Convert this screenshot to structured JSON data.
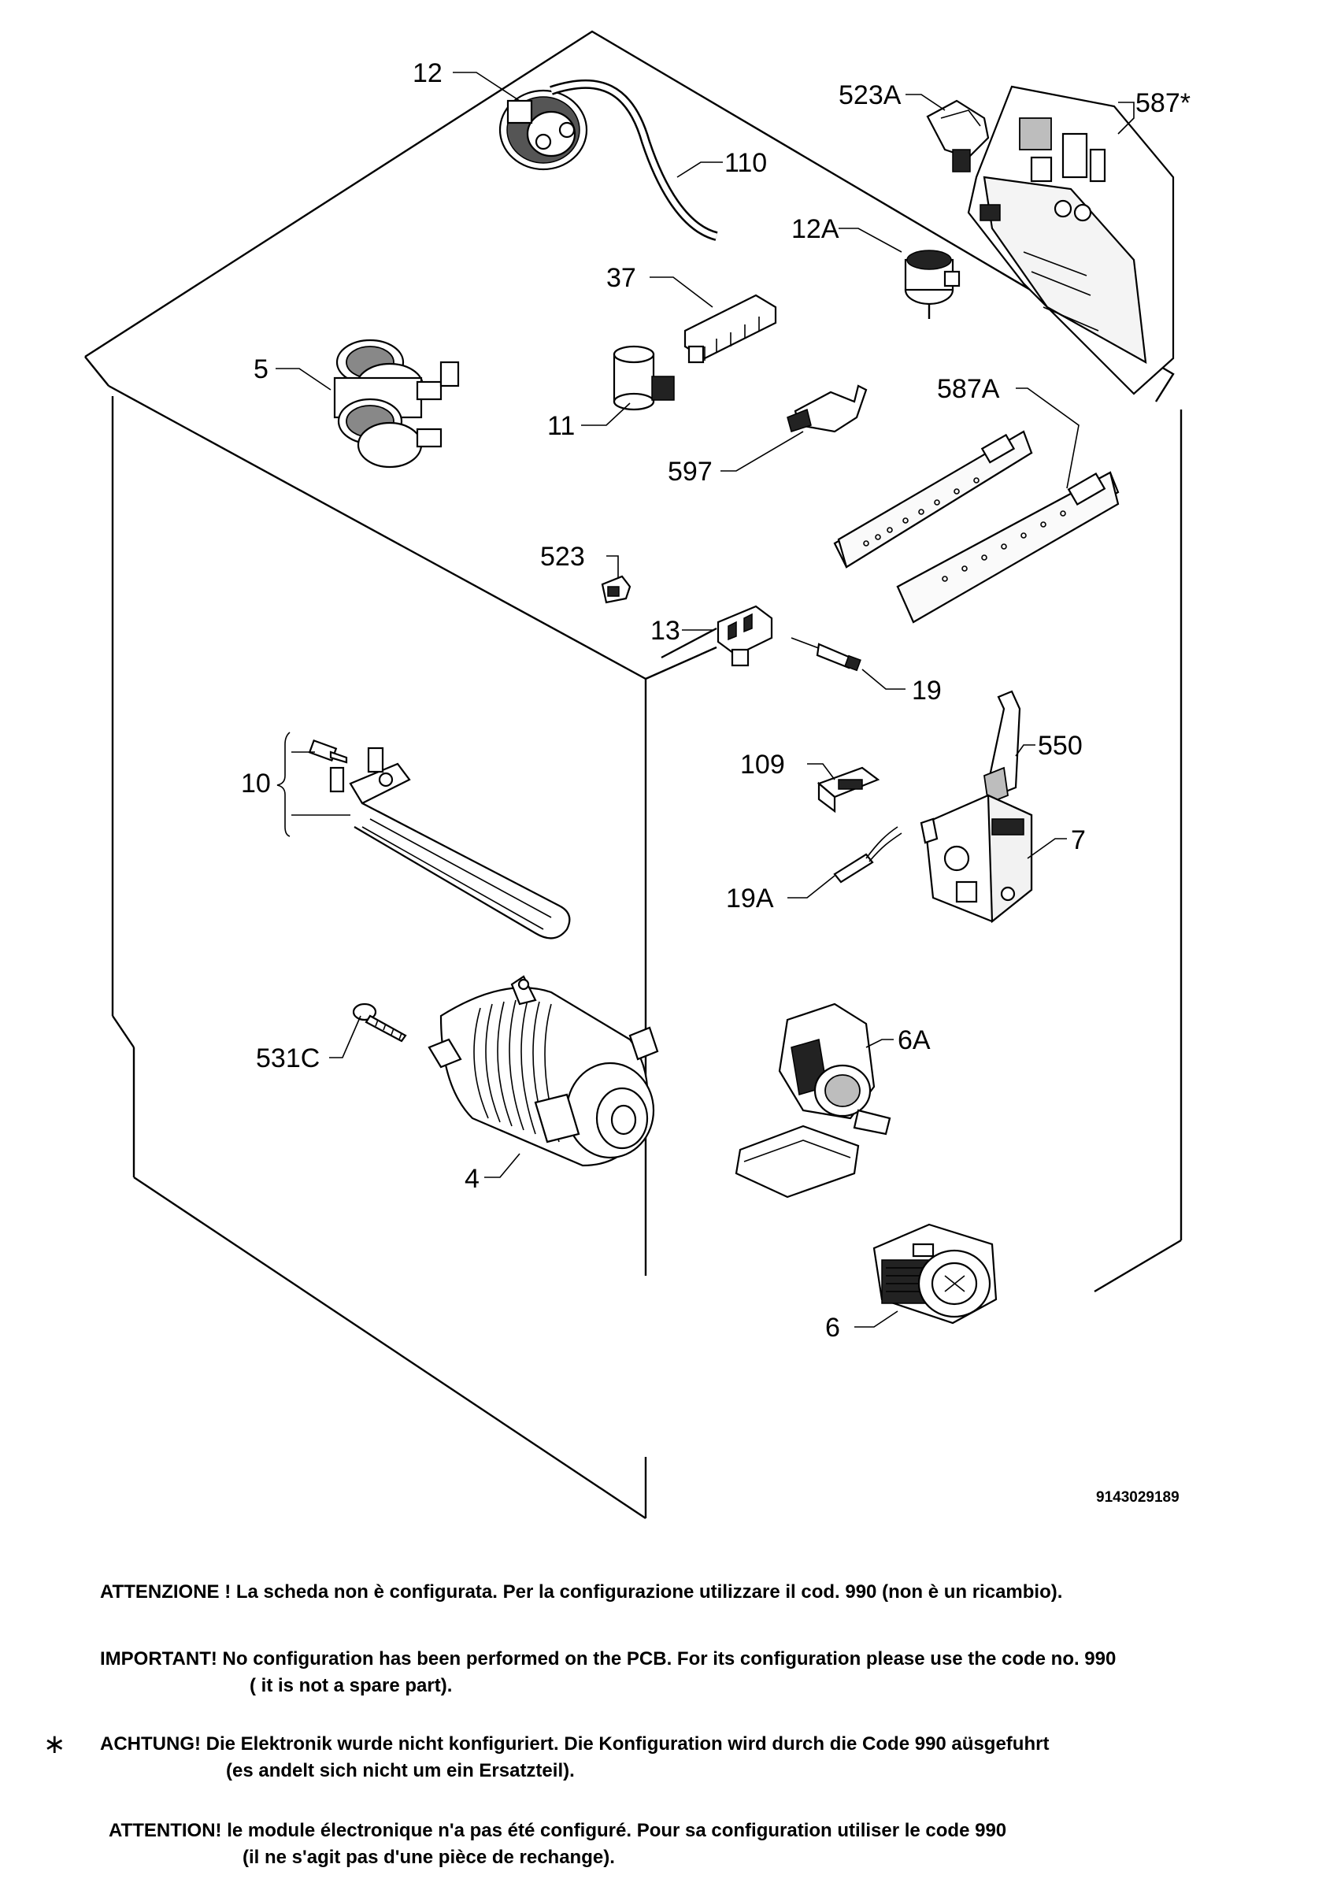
{
  "callouts": {
    "c12": "12",
    "c110": "110",
    "c523a": "523A",
    "c587s": "587*",
    "c12a": "12A",
    "c37": "37",
    "c5": "5",
    "c11": "11",
    "c587a": "587A",
    "c597": "597",
    "c523": "523",
    "c13": "13",
    "c19": "19",
    "c10": "10",
    "c109": "109",
    "c550": "550",
    "c7": "7",
    "c19a": "19A",
    "c531c": "531C",
    "c6a": "6A",
    "c4": "4",
    "c6": "6"
  },
  "drawing_code": "9143029189",
  "star_symbol": "∗",
  "notes": {
    "it": "ATTENZIONE ! La scheda non è configurata. Per la configurazione utilizzare il cod. 990 (non è un ricambio).",
    "en_1": "IMPORTANT! No configuration has been performed on the PCB. For its configuration please use the code no. 990",
    "en_2": "( it is not a spare part).",
    "de_1": "ACHTUNG! Die Elektronik wurde nicht konfiguriert. Die Konfiguration wird durch die Code 990 aüsgefuhrt",
    "de_2": "(es andelt sich nicht um ein Ersatzteil).",
    "fr_1": "ATTENTION! le module électronique n'a pas été configuré. Pour  sa configuration utiliser le code 990",
    "fr_2": "(il ne s'agit pas d'une pièce de rechange)."
  }
}
